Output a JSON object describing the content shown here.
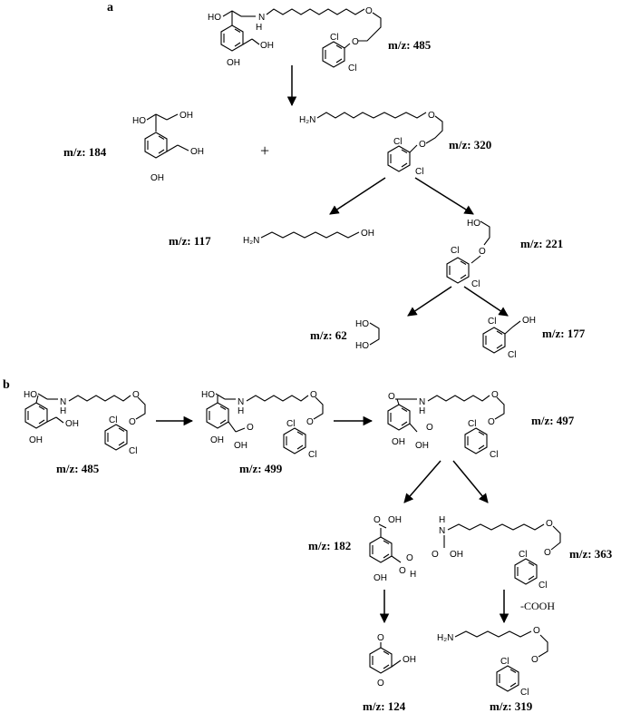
{
  "panels": {
    "a": "a",
    "b": "b"
  },
  "scheme_a": {
    "parent": "m/z: 485",
    "frag_184": "m/z: 184",
    "frag_320": "m/z: 320",
    "frag_117": "m/z: 117",
    "frag_221": "m/z: 221",
    "frag_62": "m/z: 62",
    "frag_177": "m/z: 177"
  },
  "scheme_b": {
    "parent": "m/z: 485",
    "ox_499": "m/z: 499",
    "ox_497": "m/z: 497",
    "frag_182": "m/z: 182",
    "frag_363": "m/z: 363",
    "frag_124": "m/z: 124",
    "frag_319": "m/z: 319",
    "loss": "-COOH"
  },
  "atoms": {
    "HO": "HO",
    "OH": "OH",
    "O": "O",
    "N": "N",
    "H": "H",
    "Cl": "Cl",
    "H2N": "H₂N",
    "plus": "+"
  }
}
